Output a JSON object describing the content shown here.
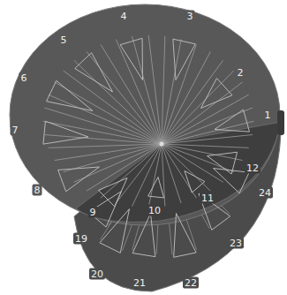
{
  "diagram": {
    "labels": [
      "1",
      "2",
      "3",
      "4",
      "5",
      "6",
      "7",
      "8",
      "9",
      "10",
      "11",
      "12",
      "24",
      "23",
      "22",
      "21",
      "20",
      "19"
    ]
  }
}
